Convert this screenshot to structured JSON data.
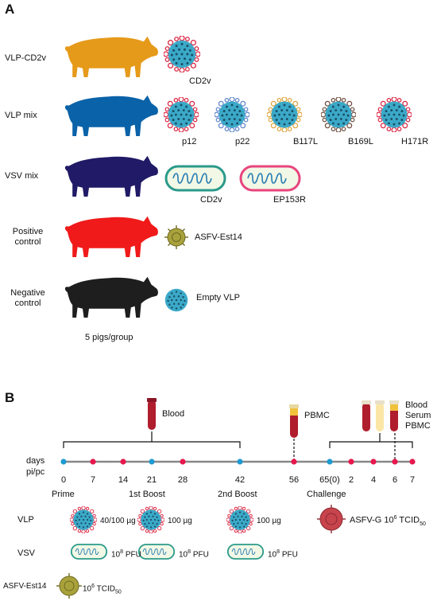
{
  "colors": {
    "vlp_cd2v_pig": "#E69A1A",
    "vlp_mix_pig": "#0A62A8",
    "vsv_mix_pig": "#211A66",
    "positive_pig": "#F01A1A",
    "negative_pig": "#1E1E1E",
    "vlp_core": "#3BA9C8",
    "asfv_est14": "#A9A23C",
    "asfv_g": "#C8444C",
    "timeline_blue": "#1F9BD1",
    "timeline_red": "#E8174D"
  },
  "panel_a": {
    "label": "A",
    "groups": [
      {
        "name": "VLP-CD2v",
        "items": [
          "CD2v"
        ]
      },
      {
        "name": "VLP mix",
        "items": [
          "p12",
          "p22",
          "B117L",
          "B169L",
          "H171R"
        ]
      },
      {
        "name": "VSV mix",
        "items": [
          "CD2v",
          "EP153R"
        ]
      },
      {
        "name_lines": [
          "Positive",
          "control"
        ],
        "items": [
          "ASFV-Est14"
        ]
      },
      {
        "name_lines": [
          "Negative",
          "control"
        ],
        "items": [
          "Empty VLP"
        ]
      }
    ],
    "footer": "5 pigs/group"
  },
  "panel_b": {
    "label": "B",
    "samples": {
      "blood": "Blood",
      "pbmc": "PBMC",
      "final": [
        "Blood",
        "Serum",
        "PBMC"
      ]
    },
    "axis_label": [
      "days",
      "pi/pc"
    ],
    "ticks": [
      {
        "label": "0",
        "color": "blue"
      },
      {
        "label": "7",
        "color": "red"
      },
      {
        "label": "14",
        "color": "red"
      },
      {
        "label": "21",
        "color": "blue"
      },
      {
        "label": "28",
        "color": "red"
      },
      {
        "label": "42",
        "color": "blue"
      },
      {
        "label": "56",
        "color": "red"
      },
      {
        "label": "65(0)",
        "color": "blue"
      },
      {
        "label": "2",
        "color": "red"
      },
      {
        "label": "4",
        "color": "red"
      },
      {
        "label": "6",
        "color": "red"
      },
      {
        "label": "7",
        "color": "red"
      }
    ],
    "phases": [
      "Prime",
      "1st Boost",
      "2nd Boost",
      "Challenge"
    ],
    "vlp": {
      "label": "VLP",
      "doses": [
        "40/100 µg",
        "100 µg",
        "100 µg"
      ]
    },
    "vsv": {
      "label": "VSV",
      "dose_base": "10",
      "dose_exp": "8",
      "dose_unit": "PFU"
    },
    "asfv_est14": {
      "label": "ASFV-Est14",
      "dose_base": "10",
      "dose_exp": "6",
      "dose_unit": "TCID",
      "dose_sub": "50"
    },
    "challenge": {
      "label": "ASFV-G",
      "dose_base": "10",
      "dose_exp": "6",
      "dose_unit": "TCID",
      "dose_sub": "50"
    }
  }
}
